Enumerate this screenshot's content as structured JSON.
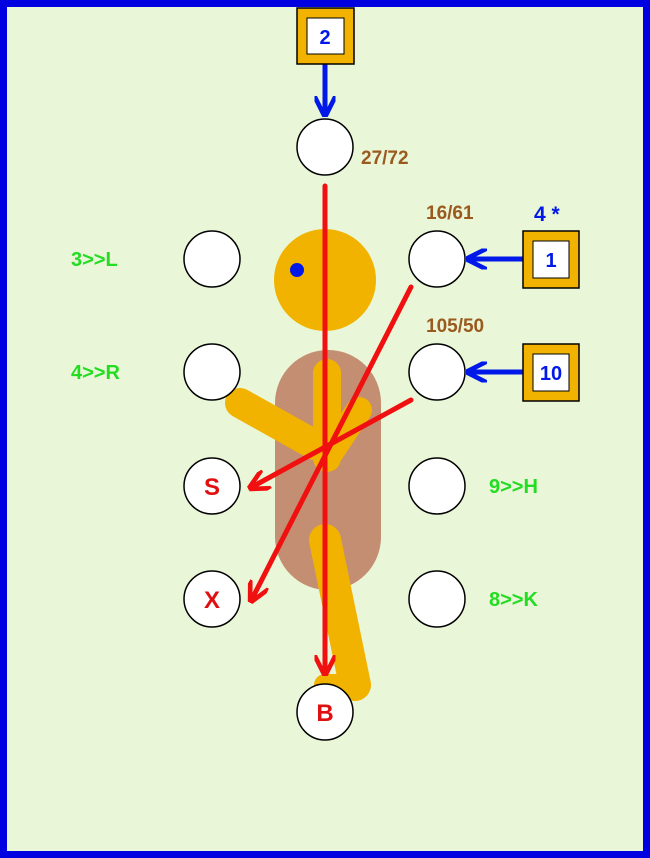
{
  "colors": {
    "border": "#0000e0",
    "background": "#eaf6d8",
    "figure_body": "#c48e72",
    "figure_head": "#f2b200",
    "arrow_blue": "#0018e8",
    "arrow_red": "#f01010",
    "label_green": "#22dd22",
    "label_brown": "#9a5a1e",
    "label_red": "#e01010",
    "box_fill": "#f2b200"
  },
  "boxes": [
    {
      "id": "box-2",
      "label": "2"
    },
    {
      "id": "box-1",
      "label": "1"
    },
    {
      "id": "box-10",
      "label": "10"
    }
  ],
  "circle_labels": {
    "s": "S",
    "x": "X",
    "b": "B"
  },
  "brown_labels": {
    "top": "27/72",
    "right_upper": "16/61",
    "right_middle": "105/50"
  },
  "blue_label": "4 *",
  "green_labels": {
    "left_upper": "3>>L",
    "left_middle": "4>>R",
    "right_lower": "9>>H",
    "right_bottom": "8>>K"
  }
}
